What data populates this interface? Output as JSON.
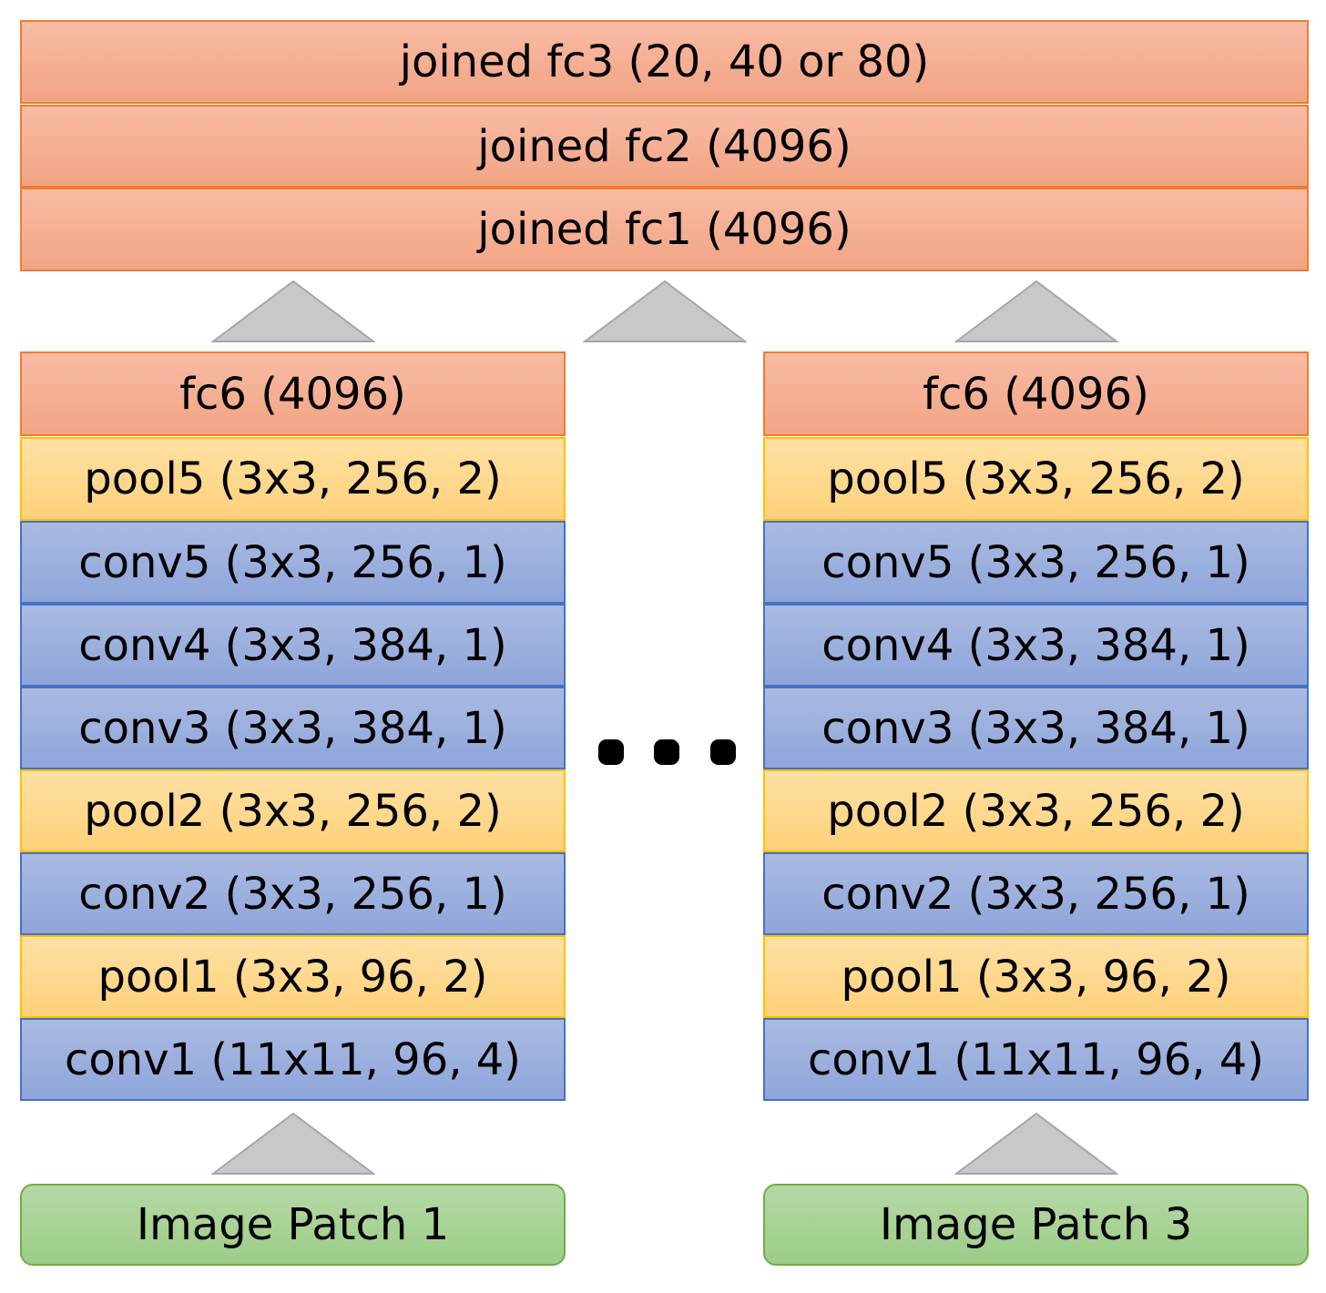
{
  "joined": {
    "fc3": "joined fc3 (20, 40 or 80)",
    "fc2": "joined fc2 (4096)",
    "fc1": "joined fc1 (4096)"
  },
  "columns": [
    {
      "fc6": "fc6 (4096)",
      "pool5": "pool5 (3x3, 256, 2)",
      "conv5": "conv5 (3x3, 256, 1)",
      "conv4": "conv4 (3x3, 384, 1)",
      "conv3": "conv3 (3x3, 384, 1)",
      "pool2": "pool2 (3x3, 256, 2)",
      "conv2": "conv2 (3x3, 256, 1)",
      "pool1": "pool1 (3x3, 96, 2)",
      "conv1": "conv1 (11x11, 96, 4)",
      "input": "Image Patch 1"
    },
    {
      "fc6": "fc6 (4096)",
      "pool5": "pool5 (3x3, 256, 2)",
      "conv5": "conv5 (3x3, 256, 1)",
      "conv4": "conv4 (3x3, 384, 1)",
      "conv3": "conv3 (3x3, 384, 1)",
      "pool2": "pool2 (3x3, 256, 2)",
      "conv2": "conv2 (3x3, 256, 1)",
      "pool1": "pool1 (3x3, 96, 2)",
      "conv1": "conv1 (11x11, 96, 4)",
      "input": "Image Patch 3"
    }
  ],
  "colors": {
    "fc_fill": "#f4ad90",
    "fc_border": "#ed7d31",
    "pool_fill": "#fed68a",
    "pool_border": "#ffc000",
    "conv_fill": "#9caee0",
    "conv_border": "#4472c4",
    "input_fill": "#a8d396",
    "input_border": "#70ad47",
    "arrow_fill": "#c8c8c8"
  }
}
